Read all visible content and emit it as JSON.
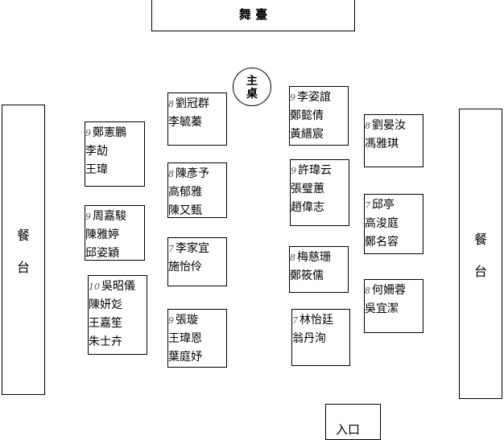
{
  "stage": "舞 臺",
  "head_table": [
    "主",
    "桌"
  ],
  "buffet_left": [
    "餐",
    "台"
  ],
  "buffet_right": [
    "餐",
    "台"
  ],
  "entrance": "入口",
  "tables": [
    {
      "count": "9",
      "names": [
        "鄭憲鵬",
        "李劼",
        "王瑋"
      ]
    },
    {
      "count": "9",
      "names": [
        "周嘉駿",
        "陳雅婷",
        "邱姿穎"
      ]
    },
    {
      "count": "10",
      "names": [
        "吳昭儀",
        "陳妍彣",
        "王嘉笙",
        "朱士卉"
      ]
    },
    {
      "count": "8",
      "names": [
        "劉冠群",
        "李毓蓁"
      ]
    },
    {
      "count": "8",
      "names": [
        "陳彥予",
        "高郁雅",
        "陳又甄"
      ]
    },
    {
      "count": "7",
      "names": [
        "李家宜",
        "施怡伶"
      ]
    },
    {
      "count": "9",
      "names": [
        "張璇",
        "王瑋恩",
        "葉庭妤"
      ]
    },
    {
      "count": "9",
      "names": [
        "李姿誼",
        "鄭懿倩",
        "黃縉宸"
      ]
    },
    {
      "count": "9",
      "names": [
        "許瑋云",
        "張璧蕙",
        "趙偉志"
      ]
    },
    {
      "count": "8",
      "names": [
        "梅慈珊",
        "鄭筱儒"
      ]
    },
    {
      "count": "7",
      "names": [
        "林怡廷",
        "翁丹洵"
      ]
    },
    {
      "count": "8",
      "names": [
        "劉晏汝",
        "馮雅琪"
      ]
    },
    {
      "count": "7",
      "names": [
        "邱亭",
        "高浚庭",
        "鄭名容"
      ]
    },
    {
      "count": "8",
      "names": [
        "何姍蓉",
        "吳宜潔"
      ]
    }
  ]
}
